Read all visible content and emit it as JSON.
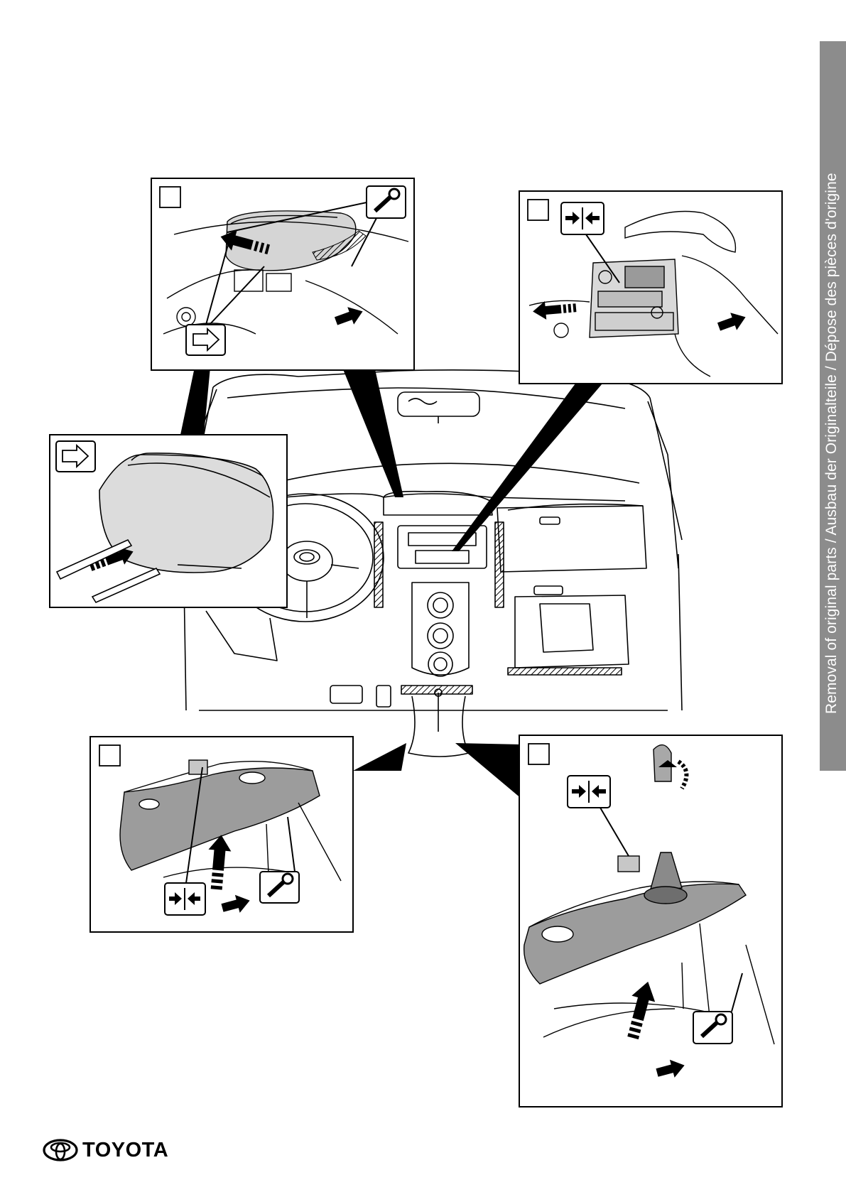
{
  "document": {
    "side_tab": {
      "text": "Removal of original parts / Ausbau der Originalteile / Dépose des pièces d'origine",
      "color": "#8c8c8c"
    },
    "brand": {
      "wordmark": "TOYOTA",
      "icon": "toyota-emblem-icon"
    },
    "panels": [
      {
        "id": "top-left",
        "icons": [
          "wrench-tool-icon",
          "outline-arrow-icon",
          "striped-arrow-icon"
        ]
      },
      {
        "id": "top-right",
        "icons": [
          "disconnect-connector-icon",
          "striped-arrow-icon"
        ]
      },
      {
        "id": "middle-left",
        "icons": [
          "outline-arrow-icon",
          "striped-arrow-icon"
        ]
      },
      {
        "id": "bottom-left",
        "icons": [
          "wrench-tool-icon",
          "disconnect-connector-icon",
          "striped-arrow-icon"
        ]
      },
      {
        "id": "bottom-right",
        "icons": [
          "wrench-tool-icon",
          "disconnect-connector-icon",
          "rotate-unscrew-icon",
          "striped-arrow-icon"
        ]
      }
    ]
  }
}
